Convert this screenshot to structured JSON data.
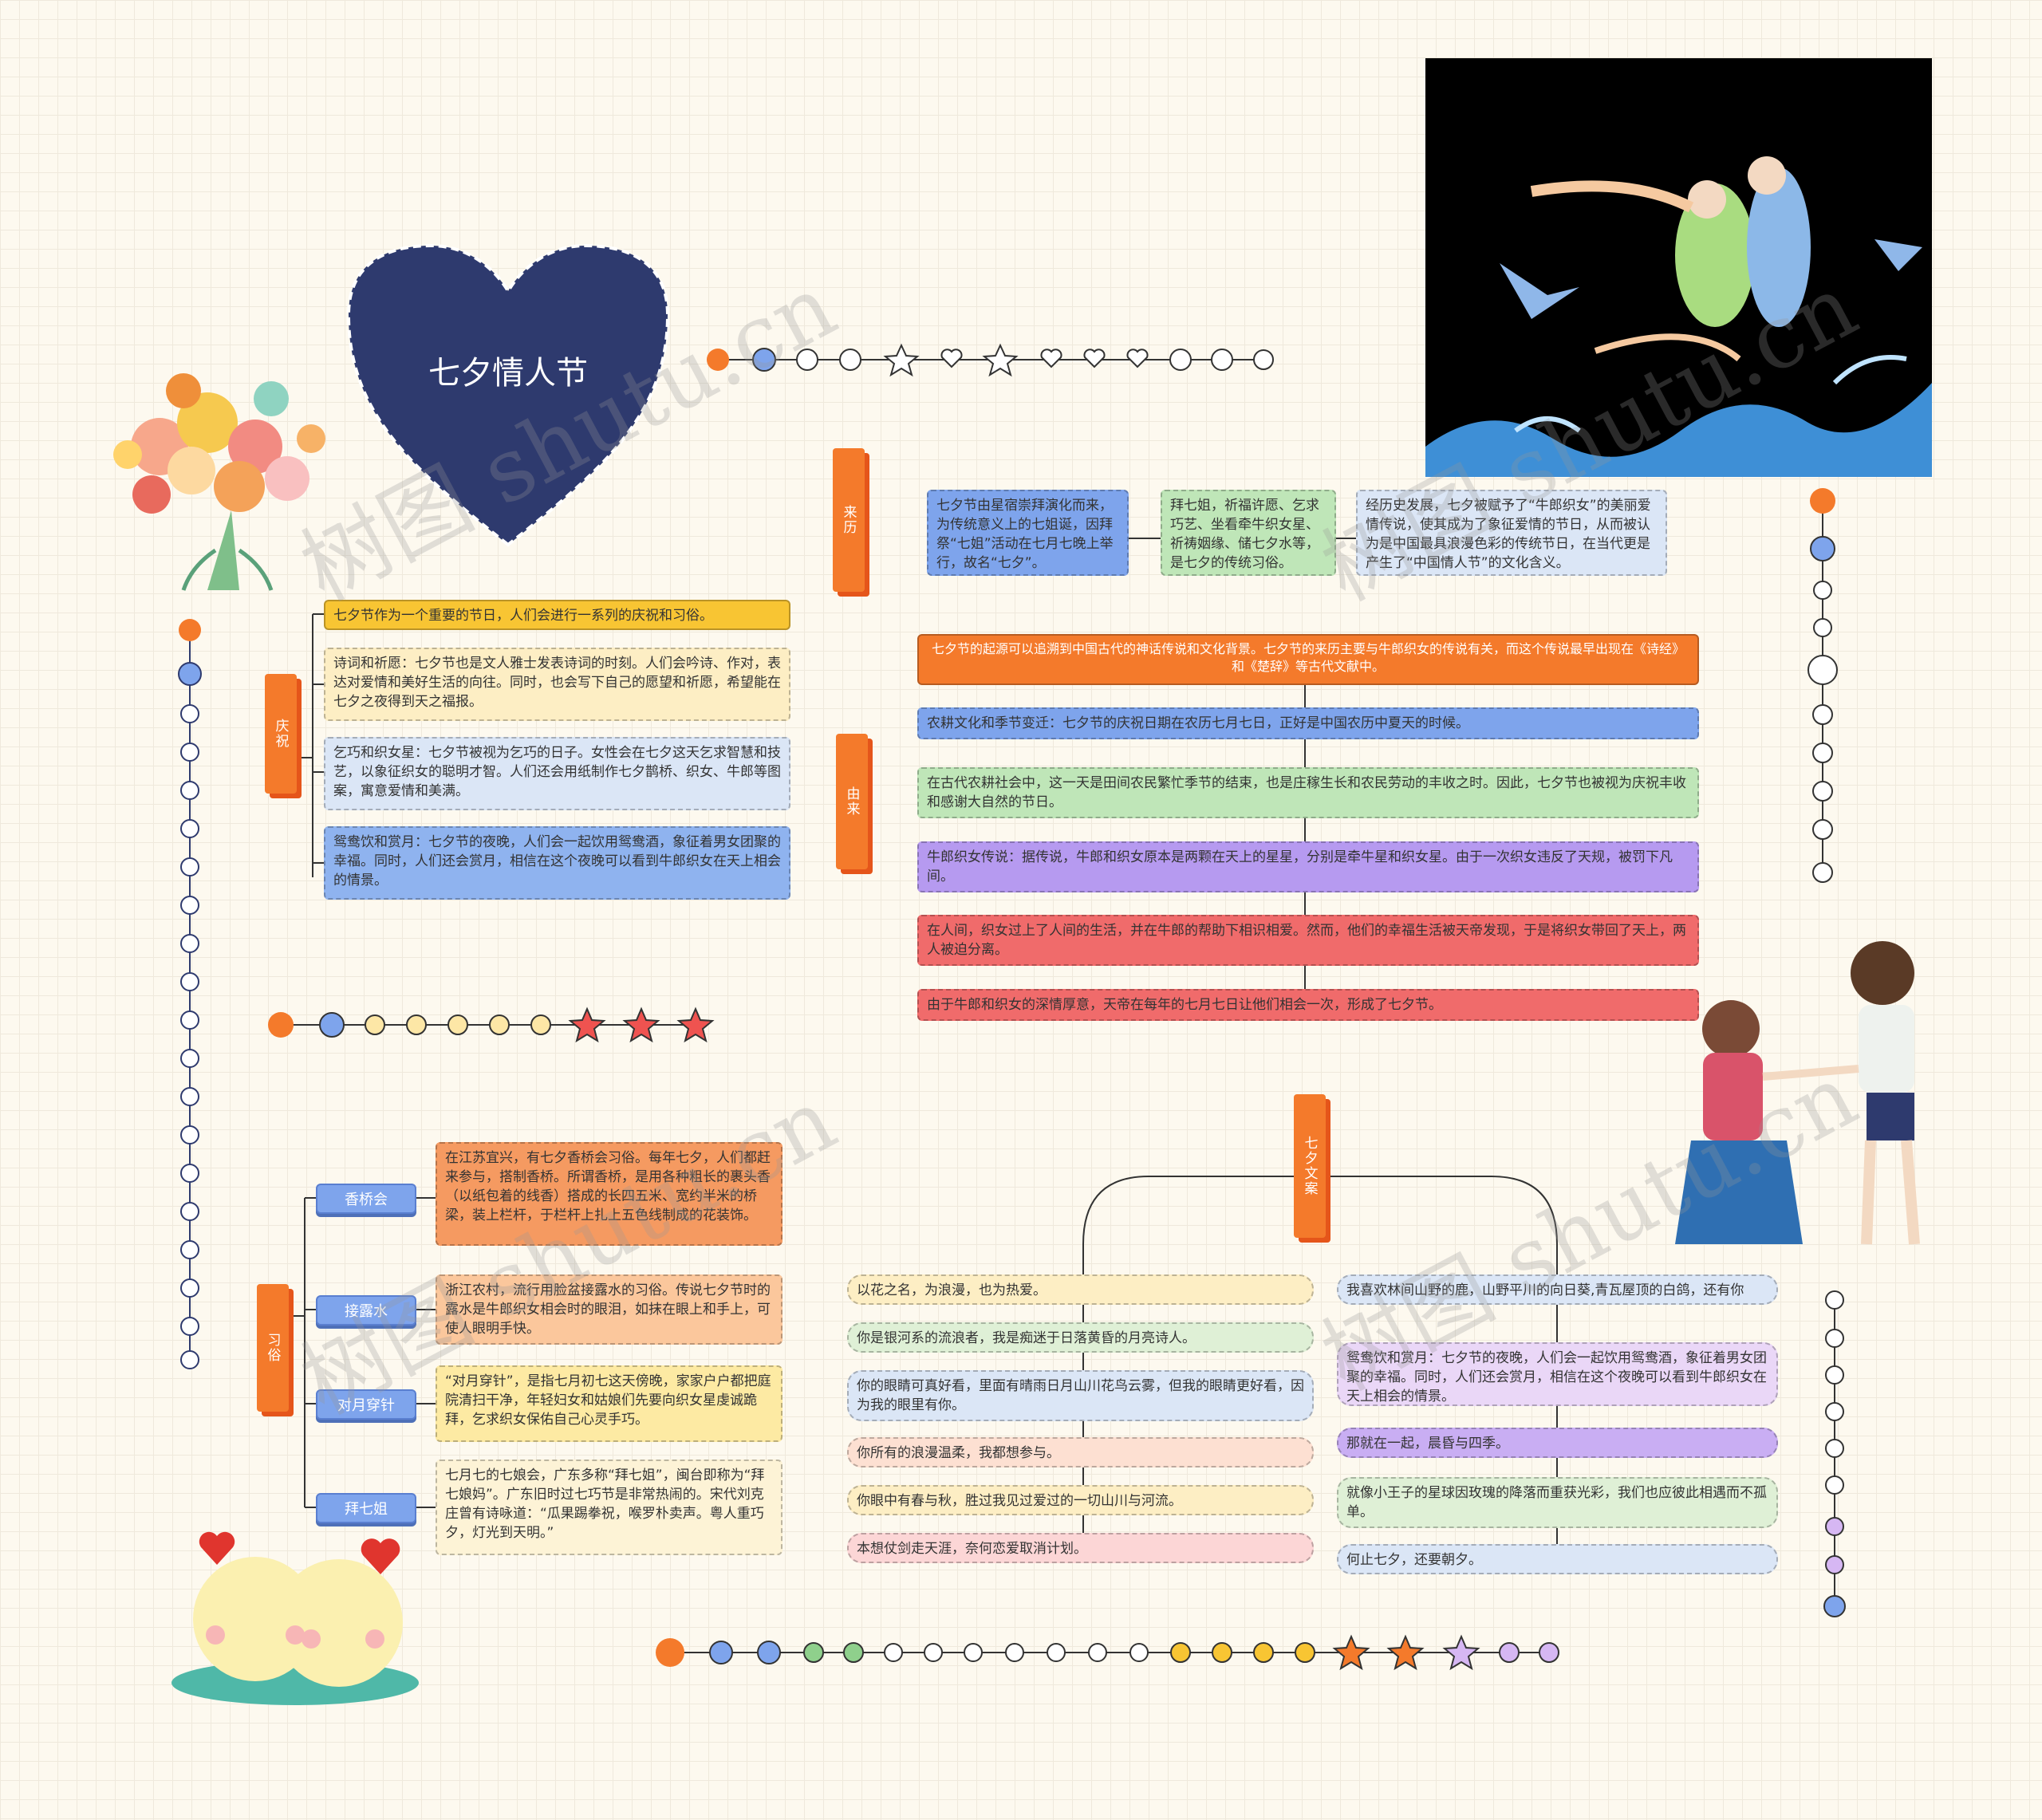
{
  "title": "七夕情人节",
  "watermark": "树图 shutu.cn",
  "colors": {
    "orange": "#f47a2b",
    "blue": "#7ea4ec",
    "navy": "#2e3a6e",
    "yellow": "#f8c533"
  },
  "laili": {
    "label": "来历",
    "items": [
      "七夕节由星宿崇拜演化而来，为传统意义上的七姐诞，因拜祭“七姐”活动在七月七晚上举行，故名“七夕”。",
      "拜七姐，祈福许愿、乞求巧艺、坐看牵牛织女星、祈祷姻缘、储七夕水等，是七夕的传统习俗。",
      "经历史发展，七夕被赋予了“牛郎织女”的美丽爱情传说，使其成为了象征爱情的节日，从而被认为是中国最具浪漫色彩的传统节日，在当代更是产生了“中国情人节”的文化含义。"
    ]
  },
  "qingzhu": {
    "label": "庆祝",
    "items": [
      "七夕节作为一个重要的节日，人们会进行一系列的庆祝和习俗。",
      "诗词和祈愿：七夕节也是文人雅士发表诗词的时刻。人们会吟诗、作对，表达对爱情和美好生活的向往。同时，也会写下自己的愿望和祈愿，希望能在七夕之夜得到天之福报。",
      "乞巧和织女星：七夕节被视为乞巧的日子。女性会在七夕这天乞求智慧和技艺，以象征织女的聪明才智。人们还会用纸制作七夕鹊桥、织女、牛郎等图案，寓意爱情和美满。",
      "鸳鸯饮和赏月：七夕节的夜晚，人们会一起饮用鸳鸯酒，象征着男女团聚的幸福。同时，人们还会赏月，相信在这个夜晚可以看到牛郎织女在天上相会的情景。"
    ]
  },
  "youlai": {
    "label": "由来",
    "items": [
      "七夕节的起源可以追溯到中国古代的神话传说和文化背景。七夕节的来历主要与牛郎织女的传说有关，而这个传说最早出现在《诗经》和《楚辞》等古代文献中。",
      "农耕文化和季节变迁：七夕节的庆祝日期在农历七月七日，正好是中国农历中夏天的时候。",
      "在古代农耕社会中，这一天是田间农民繁忙季节的结束，也是庄稼生长和农民劳动的丰收之时。因此，七夕节也被视为庆祝丰收和感谢大自然的节日。",
      "牛郎织女传说：据传说，牛郎和织女原本是两颗在天上的星星，分别是牵牛星和织女星。由于一次织女违反了天规，被罚下凡间。",
      "在人间，织女过上了人间的生活，并在牛郎的帮助下相识相爱。然而，他们的幸福生活被天帝发现，于是将织女带回了天上，两人被迫分离。",
      "由于牛郎和织女的深情厚意，天帝在每年的七月七日让他们相会一次，形成了七夕节。"
    ]
  },
  "xisu": {
    "label": "习俗",
    "items": [
      {
        "name": "香桥会",
        "text": "在江苏宜兴，有七夕香桥会习俗。每年七夕，人们都赶来参与，搭制香桥。所谓香桥，是用各种粗长的裹头香（以纸包着的线香）搭成的长四五米、宽约半米的桥梁，装上栏杆，于栏杆上扎上五色线制成的花装饰。"
      },
      {
        "name": "接露水",
        "text": "浙江农村，流行用脸盆接露水的习俗。传说七夕节时的露水是牛郎织女相会时的眼泪，如抹在眼上和手上，可使人眼明手快。"
      },
      {
        "name": "对月穿针",
        "text": "“对月穿针”，是指七月初七这天傍晚，家家户户都把庭院清扫干净，年轻妇女和姑娘们先要向织女星虔诚跪拜，乞求织女保佑自己心灵手巧。"
      },
      {
        "name": "拜七姐",
        "text": "七月七的七娘会，广东多称“拜七姐”，闽台即称为“拜七娘妈”。广东旧时过七巧节是非常热闹的。宋代刘克庄曾有诗咏道：“瓜果踢拳祝，喉罗朴卖声。粤人重巧夕，灯光到天明。”"
      }
    ]
  },
  "wenan": {
    "label": "七夕文案",
    "left": [
      "以花之名，为浪漫，也为热爱。",
      "你是银河系的流浪者，我是痴迷于日落黄昏的月亮诗人。",
      "你的眼睛可真好看，里面有晴雨日月山川花鸟云雾，但我的眼睛更好看，因为我的眼里有你。",
      "你所有的浪漫温柔，我都想参与。",
      "你眼中有春与秋，胜过我见过爱过的一切山川与河流。",
      "本想仗剑走天涯，奈何恋爱取消计划。"
    ],
    "right": [
      "我喜欢林间山野的鹿，山野平川的向日葵,青瓦屋顶的白鸽，还有你",
      "鸳鸯饮和赏月：七夕节的夜晚，人们会一起饮用鸳鸯酒，象征着男女团聚的幸福。同时，人们还会赏月，相信在这个夜晚可以看到牛郎织女在天上相会的情景。",
      "那就在一起，晨昏与四季。",
      "就像小王子的星球因玫瑰的降落而重获光彩，我们也应彼此相遇而不孤单。",
      "何止七夕，还要朝夕。"
    ]
  }
}
